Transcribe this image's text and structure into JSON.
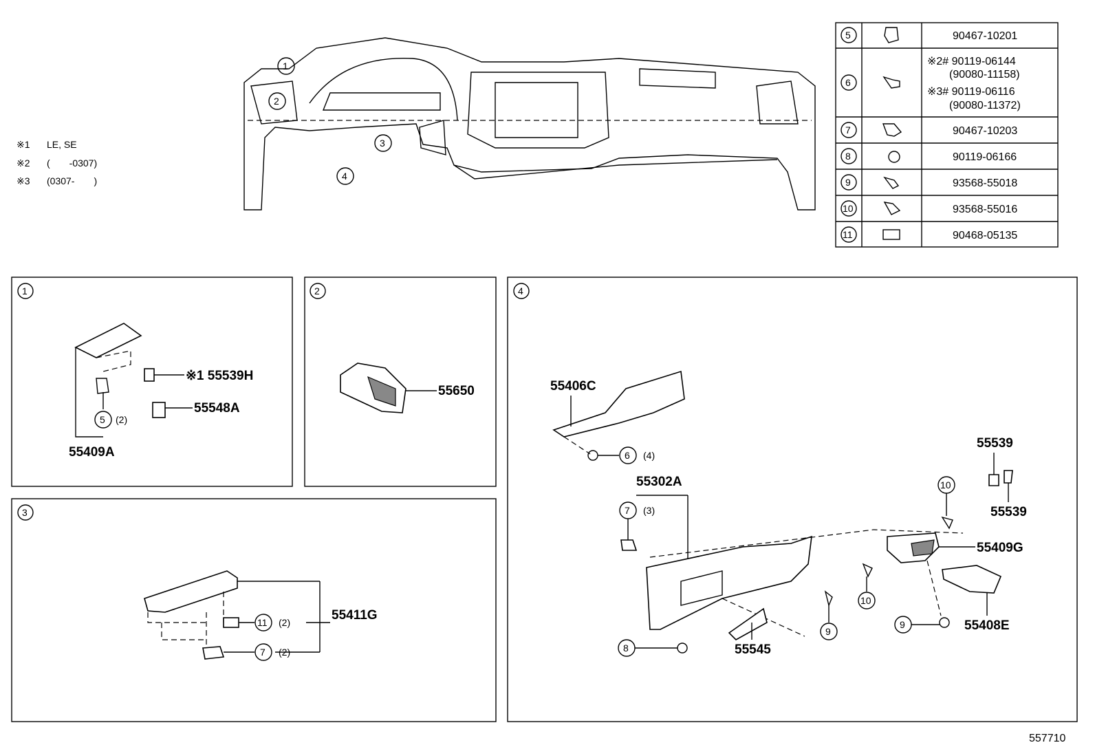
{
  "notes": [
    {
      "mark": "※1",
      "text": "LE, SE"
    },
    {
      "mark": "※2",
      "text": "(　　-0307)"
    },
    {
      "mark": "※3",
      "text": "(0307-　　)"
    }
  ],
  "overview_callouts": [
    "1",
    "2",
    "3",
    "4"
  ],
  "fastener_table": [
    {
      "ref": "5",
      "parts": [
        "90467-10201"
      ]
    },
    {
      "ref": "6",
      "parts": [
        "※2# 90119-06144",
        "(90080-11158)",
        "※3# 90119-06116",
        "(90080-11372)"
      ]
    },
    {
      "ref": "7",
      "parts": [
        "90467-10203"
      ]
    },
    {
      "ref": "8",
      "parts": [
        "90119-06166"
      ]
    },
    {
      "ref": "9",
      "parts": [
        "93568-55018"
      ]
    },
    {
      "ref": "10",
      "parts": [
        "93568-55016"
      ]
    },
    {
      "ref": "11",
      "parts": [
        "90468-05135"
      ]
    }
  ],
  "panel1": {
    "ref": "1",
    "labels": {
      "p55539H": "※1 55539H",
      "p55548A": "55548A",
      "p55409A": "55409A",
      "qty5": "(2)",
      "ref5": "5"
    }
  },
  "panel2": {
    "ref": "2",
    "labels": {
      "p55650": "55650"
    }
  },
  "panel3": {
    "ref": "3",
    "labels": {
      "p55411G": "55411G",
      "ref11": "11",
      "qty11": "(2)",
      "ref7": "7",
      "qty7": "(2)"
    }
  },
  "panel4": {
    "ref": "4",
    "labels": {
      "p55406C": "55406C",
      "ref6": "6",
      "qty6": "(4)",
      "p55302A": "55302A",
      "ref7": "7",
      "qty7": "(3)",
      "ref8": "8",
      "p55545": "55545",
      "ref9a": "9",
      "ref10a": "10",
      "ref10b": "10",
      "ref9b": "9",
      "p55539a": "55539",
      "p55539b": "55539",
      "p55409G": "55409G",
      "p55408E": "55408E"
    }
  },
  "diagram_id": "557710"
}
